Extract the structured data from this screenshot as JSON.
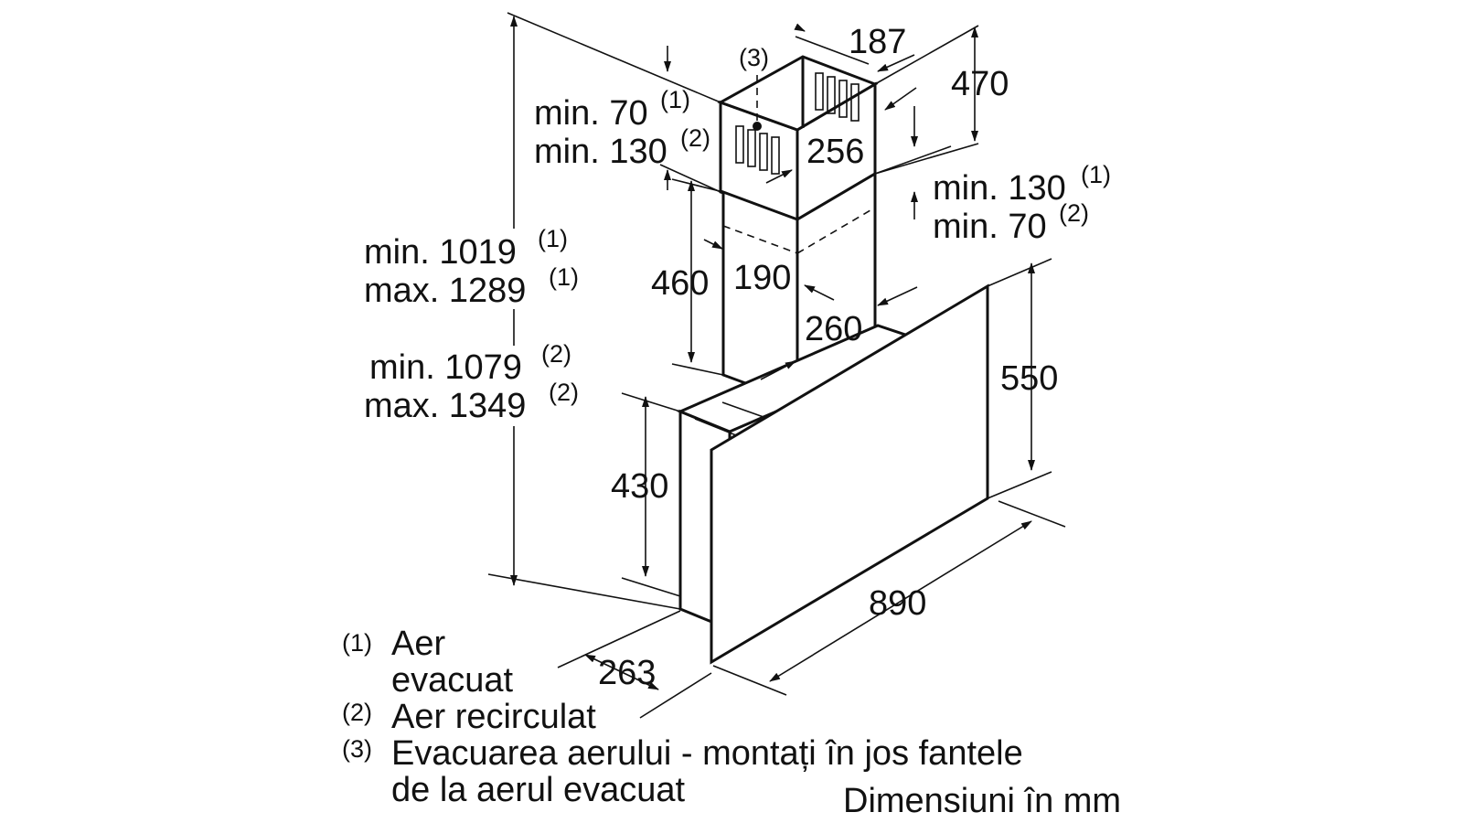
{
  "dimensions": {
    "d187": "187",
    "d470": "470",
    "d256": "256",
    "d190": "190",
    "d260": "260",
    "d460": "460",
    "d550": "550",
    "d430": "430",
    "d890": "890",
    "d263": "263"
  },
  "callout_3": "(3)",
  "clearance_top_left": {
    "line1": "min. 70",
    "line1_ref": "(1)",
    "line2": "min. 130",
    "line2_ref": "(2)"
  },
  "clearance_right": {
    "line1": "min. 130",
    "line1_ref": "(1)",
    "line2": "min. 70",
    "line2_ref": "(2)"
  },
  "height_exhaust": {
    "line1": "min. 1019",
    "line1_ref": "(1)",
    "line2": "max. 1289",
    "line2_ref": "(1)"
  },
  "height_recirc": {
    "line1": "min. 1079",
    "line1_ref": "(2)",
    "line2": "max. 1349",
    "line2_ref": "(2)"
  },
  "legend": [
    {
      "ref": "(1)",
      "lines": [
        "Aer",
        "evacuat"
      ]
    },
    {
      "ref": "(2)",
      "lines": [
        "Aer recirculat"
      ]
    },
    {
      "ref": "(3)",
      "lines": [
        "Evacuarea aerului - montați în jos fantele",
        "de la aerul evacuat"
      ]
    }
  ],
  "units_note": "Dimensiuni în mm"
}
